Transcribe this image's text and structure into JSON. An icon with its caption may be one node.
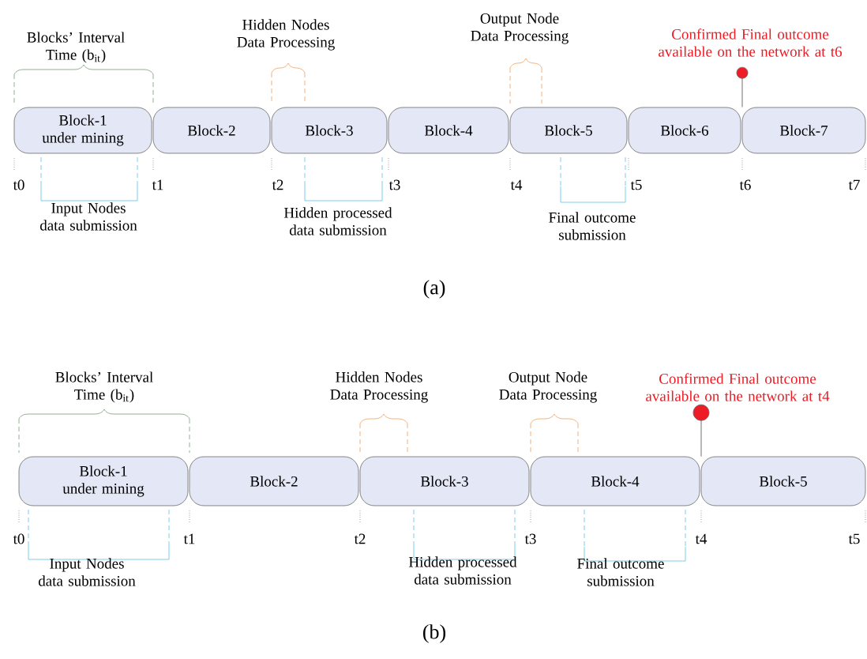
{
  "diagram": {
    "nodes": [
      {
        "text": [
          "Block-1 under mining"
        ]
      },
      {
        "text": [
          "Block-2"
        ]
      },
      {
        "text": [
          "Block-3"
        ]
      },
      {
        "text": [
          "Block-4"
        ]
      },
      {
        "text": [
          "Block-5"
        ]
      },
      {
        "text": [
          "Block-6"
        ]
      },
      {
        "text": [
          "Block-7"
        ]
      },
      {
        "text": [
          "Block-1 under mining"
        ]
      },
      {
        "text": [
          "Block-2"
        ]
      },
      {
        "text": [
          "Block-3"
        ]
      },
      {
        "text": [
          "Block-4"
        ]
      },
      {
        "text": [
          "Block-5"
        ]
      },
      {
        "text": [
          "Confirmed Final outcome available on the network at t6"
        ]
      },
      {
        "text": [
          "Confirmed Final outcome available on the network at t4"
        ]
      }
    ],
    "edges": [
      {
        "from": 12,
        "to": 5,
        "arrow": "other"
      },
      {
        "from": 13,
        "to": 11,
        "arrow": "other"
      }
    ],
    "labels": [
      "Blocks’ Interval Time (b$_{it}$)",
      "Hidden Nodes Data Processing",
      "Output Node Data Processing",
      "t0",
      "t1",
      "t2",
      "t3",
      "t4",
      "t5",
      "t6",
      "t7",
      "Input Nodes data submission",
      "Hidden processed data submission",
      "Final outcome submission",
      "(a)",
      "Blocks’ Interval Time (b$_{it}$)",
      "Hidden Nodes Data Processing",
      "Output Node Data Processing",
      "t0",
      "t1",
      "t2",
      "t3",
      "t4",
      "t5",
      "Input Nodes data submission",
      "Hidden processed data submission",
      "Final outcome submission",
      "(b)"
    ]
  }
}
